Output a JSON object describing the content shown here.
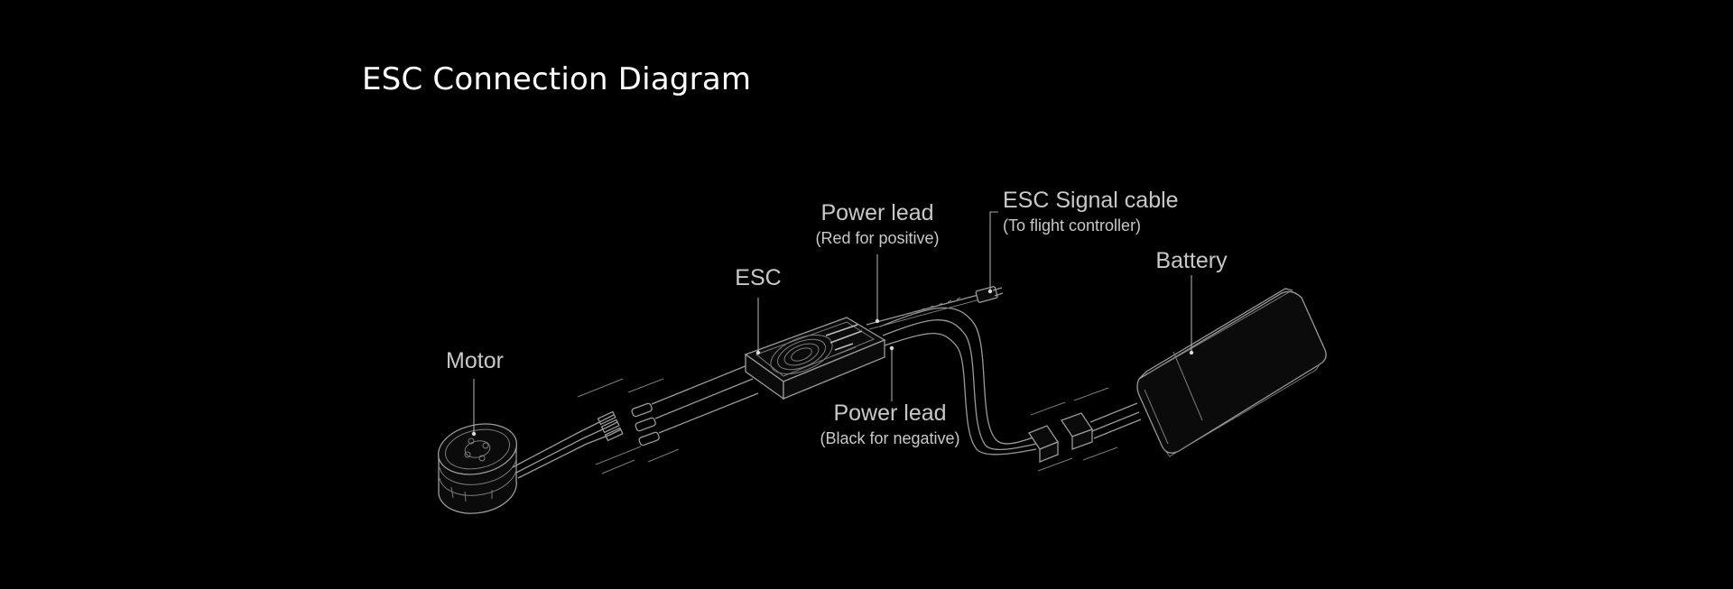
{
  "title": "ESC Connection Diagram",
  "labels": {
    "motor": {
      "main": "Motor"
    },
    "esc": {
      "main": "ESC"
    },
    "power_positive": {
      "main": "Power lead",
      "sub": "(Red for positive)"
    },
    "power_negative": {
      "main": "Power lead",
      "sub": "(Black for negative)"
    },
    "signal": {
      "main": "ESC Signal cable",
      "sub": "(To flight controller)"
    },
    "battery": {
      "main": "Battery"
    }
  },
  "colors": {
    "background": "#000000",
    "title": "#ffffff",
    "label": "#c8c8c8",
    "line_art": "#9a9a9a"
  }
}
